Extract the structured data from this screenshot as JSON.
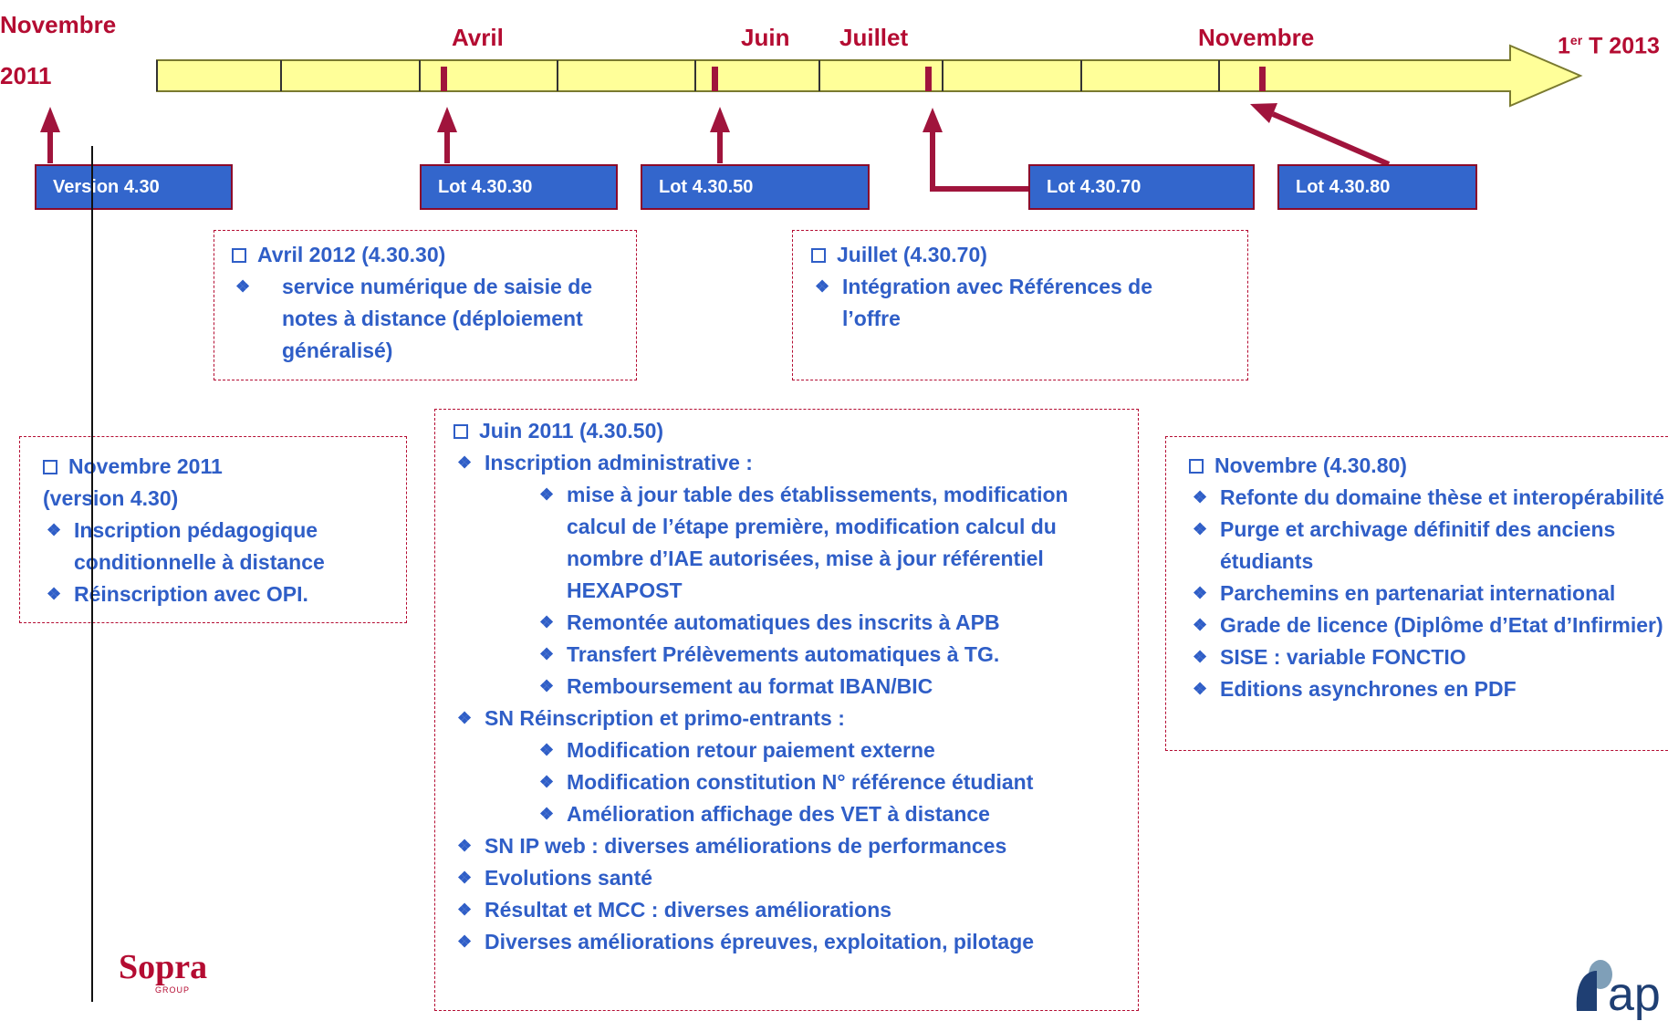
{
  "timeline": {
    "start_label_line1": "Novembre",
    "start_label_line2": "2011",
    "months": [
      "Avril",
      "Juin",
      "Juillet",
      "Novembre"
    ],
    "end_label_base": "1",
    "end_label_sup": "er",
    "end_label_rest": " T 2013"
  },
  "lots": [
    "Version 4.30",
    "Lot 4.30.30",
    "Lot 4.30.50",
    "Lot 4.30.70",
    "Lot 4.30.80"
  ],
  "boxes": {
    "avril": {
      "title": "Avril 2012 (4.30.30)",
      "items": [
        "service numérique de saisie de notes à distance (déploiement généralisé)"
      ]
    },
    "juillet": {
      "title": "Juillet (4.30.70)",
      "items": [
        "Intégration avec Références de l’offre"
      ]
    },
    "novembre2011": {
      "title_line1": "Novembre 2011",
      "title_line2": "(version 4.30)",
      "items": [
        "Inscription pédagogique conditionnelle à distance",
        "Réinscription avec OPI."
      ]
    },
    "juin": {
      "title": "Juin 2011 (4.30.50)",
      "items": [
        "Inscription administrative :",
        "mise à jour table des établissements, modification calcul de l’étape première, modification calcul du nombre d’IAE autorisées, mise à jour référentiel HEXAPOST",
        "Remontée automatiques des inscrits à APB",
        "Transfert Prélèvements automatiques à TG.",
        "Remboursement au format IBAN/BIC",
        "SN Réinscription et primo-entrants :",
        "Modification retour paiement externe",
        "Modification constitution N° référence étudiant",
        "Amélioration affichage des VET à distance",
        "SN IP web : diverses améliorations de performances",
        "Evolutions santé",
        "Résultat et MCC : diverses améliorations",
        "Diverses améliorations épreuves, exploitation, pilotage"
      ]
    },
    "novembre": {
      "title": "Novembre (4.30.80)",
      "items": [
        "Refonte du domaine thèse et interopérabilité",
        "Purge et archivage définitif des anciens étudiants",
        "Parchemins en partenariat international",
        "Grade de licence (Diplôme d’Etat d’Infirmier)",
        "SISE : variable FONCTIO",
        "Editions asynchrones en PDF"
      ]
    }
  },
  "logos": {
    "sopra": "Sopra",
    "sopra_sub": "GROUP",
    "right": "ap"
  },
  "colors": {
    "accent_red": "#b40c32",
    "lot_blue": "#3366cc",
    "text_blue": "#2f5ec7",
    "timeline_fill": "#ffff99"
  }
}
